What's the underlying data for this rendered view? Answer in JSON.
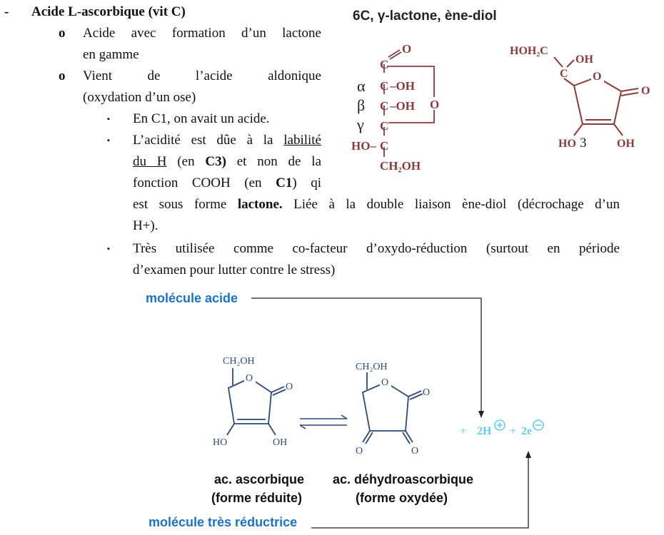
{
  "heading": {
    "bullet": "-",
    "title": "Acide L-ascorbique (vit C)"
  },
  "level1": [
    {
      "marker": "o",
      "lines": [
        "Acide avec formation d’un lactone",
        "en gamme"
      ]
    },
    {
      "marker": "o",
      "lines": [
        "Vient de l’acide aldonique",
        "(oxydation d’un ose)"
      ]
    }
  ],
  "level2": {
    "marker": "▪",
    "c1": "En C1, on avait un acide.",
    "acidity": {
      "l1_pre": "L’acidité est dûe à la ",
      "l1_u": "labilité",
      "l2_u": "du H",
      "l2_mid": " (en ",
      "l2_b": "C3)",
      "l2_post": " et non de la",
      "l3_pre": "fonction COOH (en ",
      "l3_b": "C1",
      "l3_post": ") qi",
      "l4_pre": "est sous forme ",
      "l4_b": "lactone.",
      "l4_post": " Liée à la double liaison ène-diol (décrochage d’un",
      "l5": "H+)."
    },
    "cofactor": [
      "Très utilisée comme co-facteur d’oxydo-réduction (surtout en période",
      "d’examen pour lutter contre le stress)"
    ]
  },
  "figure_top": {
    "caption": "6C, γ-lactone, ène-diol",
    "greek": [
      "α",
      "β",
      "γ"
    ],
    "open_chain": {
      "o_top": "O",
      "c": "C",
      "oh": "–OH",
      "ring_o": "O",
      "ho": "HO–",
      "ch2oh": "CH₂OH"
    },
    "ring": {
      "hoh2c": "HOH₂C",
      "oh": "OH",
      "c": "C",
      "ring_o": "O",
      "keto_o": "O",
      "ho": "HO",
      "num": "3",
      "oh_right": "OH"
    },
    "colors": {
      "chem": "#8b3a3a"
    }
  },
  "figure_bottom": {
    "acid_label": "molécule acide",
    "reducing_label": "molécule très réductrice",
    "products": {
      "plus1": "+",
      "h": "2H",
      "plus2": "+",
      "e": "2e"
    },
    "ascorbic": {
      "ch2oh": "CH₂OH",
      "ring_o": "O",
      "keto": "O",
      "ho": "HO",
      "oh": "OH",
      "name": "ac. ascorbique",
      "form": "(forme réduite)"
    },
    "dehydro": {
      "ch2oh": "CH₂OH",
      "ring_o": "O",
      "keto": "O",
      "o3": "O",
      "o2": "O",
      "name": "ac. déhydroascorbique",
      "form": "(forme oxydée)"
    },
    "colors": {
      "label": "#1a73c8",
      "product": "#5fd0f0",
      "struct": "#2b4a78"
    }
  }
}
